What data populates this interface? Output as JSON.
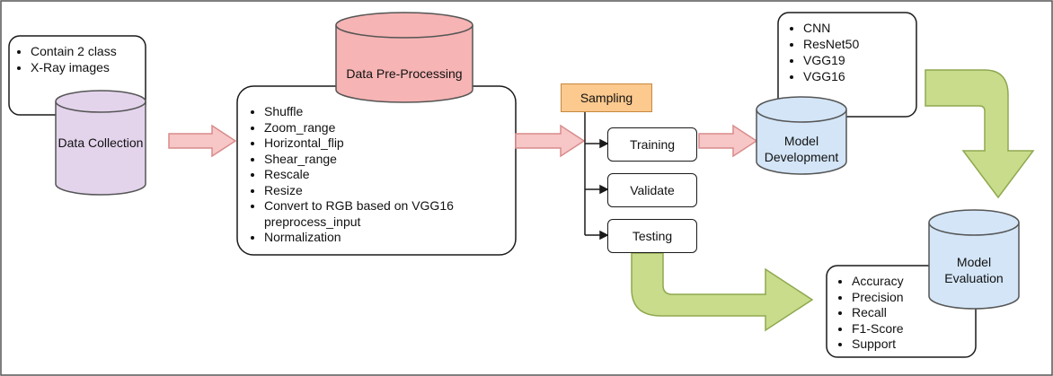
{
  "data_collection": {
    "label": "Data Collection",
    "notes": [
      "Contain 2 class",
      "X-Ray images"
    ],
    "color": "#e3d4ec"
  },
  "preprocessing": {
    "label": "Data Pre-Processing",
    "steps": [
      "Shuffle",
      "Zoom_range",
      "Horizontal_flip",
      "Shear_range",
      "Rescale",
      "Resize",
      "Convert to RGB based on VGG16 preprocess_input",
      "Normalization"
    ],
    "color": "#f6b4b4"
  },
  "sampling": {
    "label": "Sampling",
    "color": "#fcc98e",
    "splits": [
      "Training",
      "Validate",
      "Testing"
    ]
  },
  "model_development": {
    "label": [
      "Model",
      "Development"
    ],
    "models": [
      "CNN",
      "ResNet50",
      "VGG19",
      "VGG16"
    ],
    "color": "#d3e5f7"
  },
  "model_evaluation": {
    "label": [
      "Model",
      "Evaluation"
    ],
    "metrics": [
      "Accuracy",
      "Precision",
      "Recall",
      "F1-Score",
      "Support"
    ],
    "color": "#d3e5f7"
  },
  "colors": {
    "pink_arrow": "#f7c6c6",
    "pink_arrow_border": "#d98c8c",
    "green_arrow": "#c8dc8c",
    "green_arrow_border": "#8fa84e"
  }
}
